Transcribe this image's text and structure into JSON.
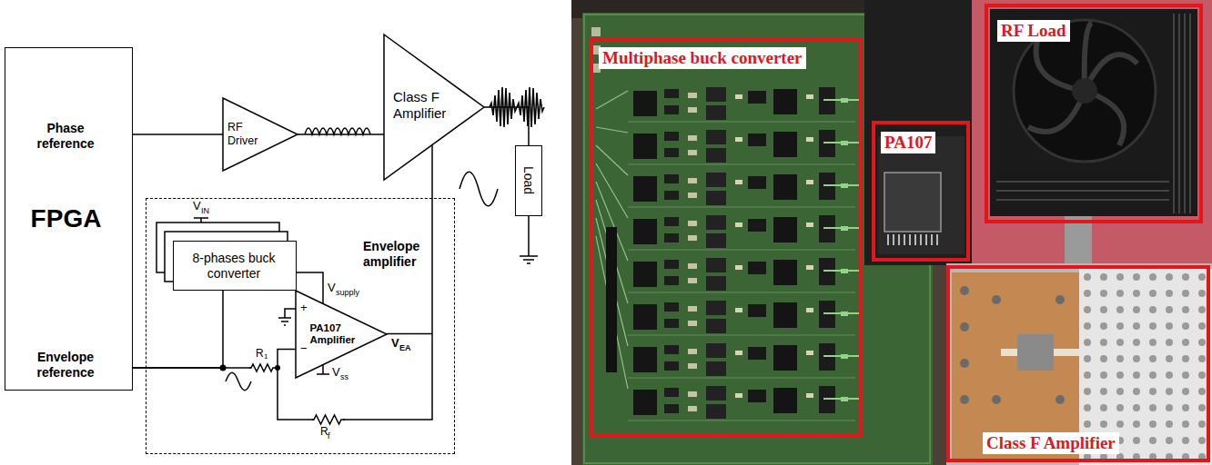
{
  "diagram": {
    "nodes": [
      {
        "text": [
          "Phase reference",
          "FPGA",
          "Envelope reference"
        ]
      },
      {
        "text": [
          "RF Driver"
        ]
      },
      {
        "text": [
          "Class F Amplifier"
        ]
      },
      {
        "text": [
          "Load"
        ]
      },
      {
        "text": [
          "Envelope amplifier"
        ]
      },
      {
        "text": [
          "8-phases buck converter"
        ],
        "in": 4
      },
      {
        "text": [
          "PA107 Amplifier"
        ],
        "in": 4
      },
      {
        "text": [
          "Multiphase buck converter"
        ]
      },
      {
        "text": [
          "PA107"
        ]
      },
      {
        "text": [
          "RF Load"
        ]
      },
      {
        "text": [
          "Class F Amplifier"
        ]
      }
    ],
    "edges": [
      {
        "from": 0,
        "to": 1,
        "arrow": "none"
      },
      {
        "from": 1,
        "to": 2,
        "arrow": "none"
      },
      {
        "from": 2,
        "to": 3,
        "arrow": "none"
      },
      {
        "from": 0,
        "to": 5,
        "arrow": "none"
      },
      {
        "from": 0,
        "to": 6,
        "arrow": "none"
      },
      {
        "from": 5,
        "to": 6,
        "arrow": "none"
      },
      {
        "from": 6,
        "to": 2,
        "arrow": "none"
      }
    ],
    "labels": [
      "V",
      "IN",
      "V",
      "supply",
      "+",
      "−",
      "V",
      "EA",
      "V",
      "ss",
      "R",
      "1",
      "R",
      "f"
    ]
  }
}
